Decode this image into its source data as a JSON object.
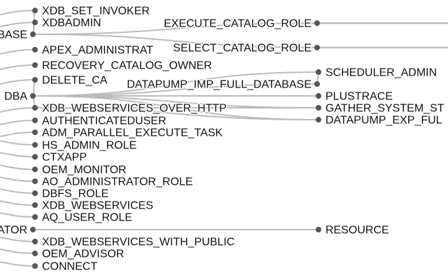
{
  "colors": {
    "link": "#bbbbbb",
    "node": "#555555",
    "text": "#111111",
    "background": "#ffffff"
  },
  "nodes": [
    {
      "id": "n_xdb_set_invoker",
      "label": "XDB_SET_INVOKER"
    },
    {
      "id": "n_xdbadmin",
      "label": "XDBADMIN"
    },
    {
      "id": "n_base",
      "label": "BASE"
    },
    {
      "id": "n_apex",
      "label": "APEX_ADMINISTRAT"
    },
    {
      "id": "n_recovery",
      "label": "RECOVERY_CATALOG_OWNER"
    },
    {
      "id": "n_delete",
      "label": "DELETE_CA"
    },
    {
      "id": "n_dba",
      "label": "DBA"
    },
    {
      "id": "n_xdb_ws_http",
      "label": "XDB_WEBSERVICES_OVER_HTTP"
    },
    {
      "id": "n_authuser",
      "label": "AUTHENTICATEDUSER"
    },
    {
      "id": "n_adm_parallel",
      "label": "ADM_PARALLEL_EXECUTE_TASK"
    },
    {
      "id": "n_hs_admin",
      "label": "HS_ADMIN_ROLE"
    },
    {
      "id": "n_ctxapp",
      "label": "CTXAPP"
    },
    {
      "id": "n_oem_monitor",
      "label": "OEM_MONITOR"
    },
    {
      "id": "n_ao_admin",
      "label": "AO_ADMINISTRATOR_ROLE"
    },
    {
      "id": "n_dbfs",
      "label": "DBFS_ROLE"
    },
    {
      "id": "n_xdb_ws",
      "label": "XDB_WEBSERVICES"
    },
    {
      "id": "n_aq_user",
      "label": "AQ_USER_ROLE"
    },
    {
      "id": "n_ator",
      "label": "ATOR"
    },
    {
      "id": "n_xdb_ws_public",
      "label": "XDB_WEBSERVICES_WITH_PUBLIC"
    },
    {
      "id": "n_oem_advisor",
      "label": "OEM_ADVISOR"
    },
    {
      "id": "n_connect",
      "label": "CONNECT"
    },
    {
      "id": "n_exec_catalog",
      "label": "EXECUTE_CATALOG_ROLE"
    },
    {
      "id": "n_select_catalog",
      "label": "SELECT_CATALOG_ROLE"
    },
    {
      "id": "n_dp_imp",
      "label": "DATAPUMP_IMP_FULL_DATABASE"
    },
    {
      "id": "n_scheduler",
      "label": "SCHEDULER_ADMIN"
    },
    {
      "id": "n_plustrace",
      "label": "PLUSTRACE"
    },
    {
      "id": "n_gather",
      "label": "GATHER_SYSTEM_ST"
    },
    {
      "id": "n_dp_exp",
      "label": "DATAPUMP_EXP_FUL"
    },
    {
      "id": "n_resource",
      "label": "RESOURCE"
    }
  ],
  "links": [
    {
      "from": "n_base",
      "to": "n_xdb_set_invoker"
    },
    {
      "from": "n_base",
      "to": "n_xdbadmin"
    },
    {
      "from": "n_base",
      "to": "n_exec_catalog"
    },
    {
      "from": "n_base",
      "to": "n_select_catalog"
    },
    {
      "from": "n_dba",
      "to": "n_delete"
    },
    {
      "from": "n_dba",
      "to": "n_xdb_ws_http"
    },
    {
      "from": "n_dba",
      "to": "n_dp_imp"
    },
    {
      "from": "n_dba",
      "to": "n_plustrace"
    },
    {
      "from": "n_dba",
      "to": "n_scheduler"
    },
    {
      "from": "n_dba",
      "to": "n_gather"
    },
    {
      "from": "n_dba",
      "to": "n_dp_exp"
    },
    {
      "from": "n_ator",
      "to": "n_resource"
    },
    {
      "from": "n_exec_catalog",
      "to": null
    },
    {
      "from": "n_select_catalog",
      "to": null
    },
    {
      "from": "n_dp_imp",
      "to": "n_scheduler"
    },
    {
      "from": "n_xdb_ws_http",
      "to": "n_gather"
    },
    {
      "from": "n_xdb_ws_http",
      "to": "n_dp_exp"
    }
  ]
}
